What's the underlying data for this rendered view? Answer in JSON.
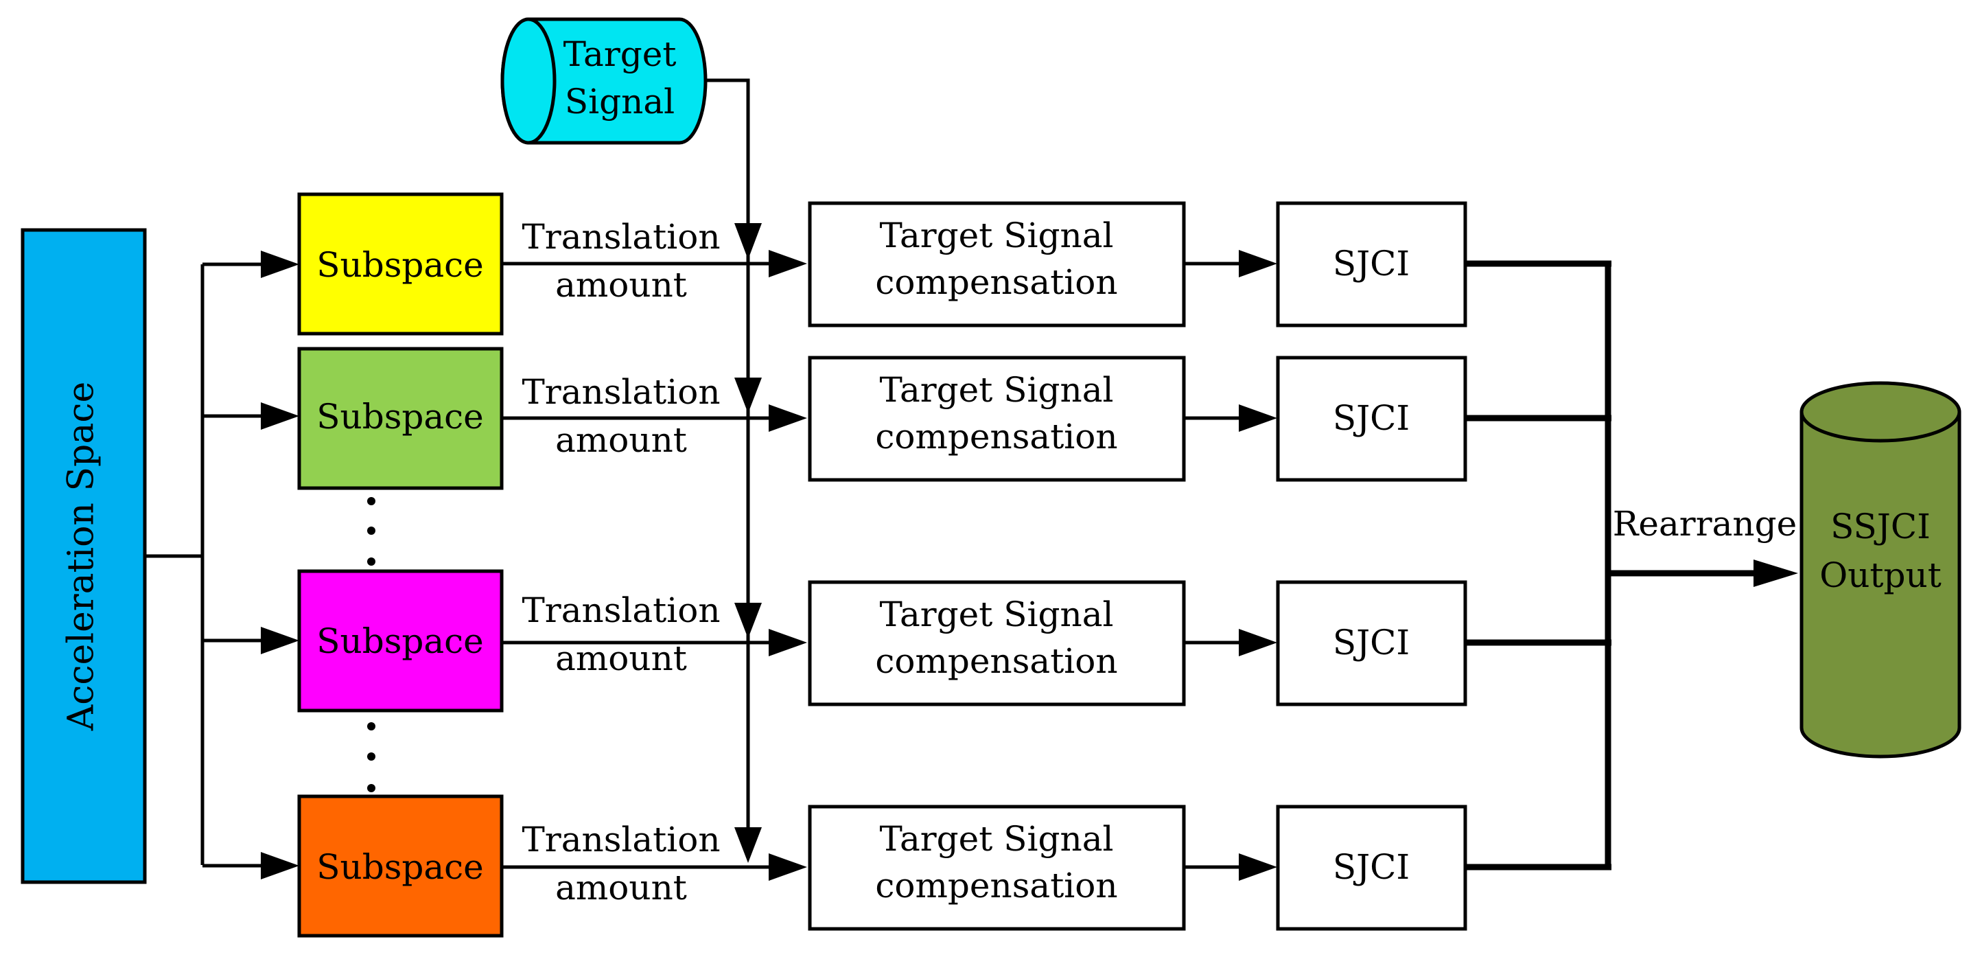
{
  "source": {
    "label_line1": "Target",
    "label_line2": "Signal",
    "color": "#00e5f2"
  },
  "acceleration_space": {
    "label": "Acceleration Space",
    "color": "#00b0f0"
  },
  "rows": [
    {
      "subspace_label": "Subspace",
      "subspace_color": "#ffff00",
      "translation_line1": "Translation",
      "translation_line2": "amount",
      "compensation_line1": "Target Signal",
      "compensation_line2": "compensation",
      "sjci_label": "SJCI"
    },
    {
      "subspace_label": "Subspace",
      "subspace_color": "#92d050",
      "translation_line1": "Translation",
      "translation_line2": "amount",
      "compensation_line1": "Target Signal",
      "compensation_line2": "compensation",
      "sjci_label": "SJCI"
    },
    {
      "subspace_label": "Subspace",
      "subspace_color": "#ff00ff",
      "translation_line1": "Translation",
      "translation_line2": "amount",
      "compensation_line1": "Target Signal",
      "compensation_line2": "compensation",
      "sjci_label": "SJCI"
    },
    {
      "subspace_label": "Subspace",
      "subspace_color": "#ff6600",
      "translation_line1": "Translation",
      "translation_line2": "amount",
      "compensation_line1": "Target Signal",
      "compensation_line2": "compensation",
      "sjci_label": "SJCI"
    }
  ],
  "rearrange_label": "Rearrange",
  "output": {
    "label_line1": "SSJCI",
    "label_line2": "Output",
    "color": "#77933c"
  }
}
